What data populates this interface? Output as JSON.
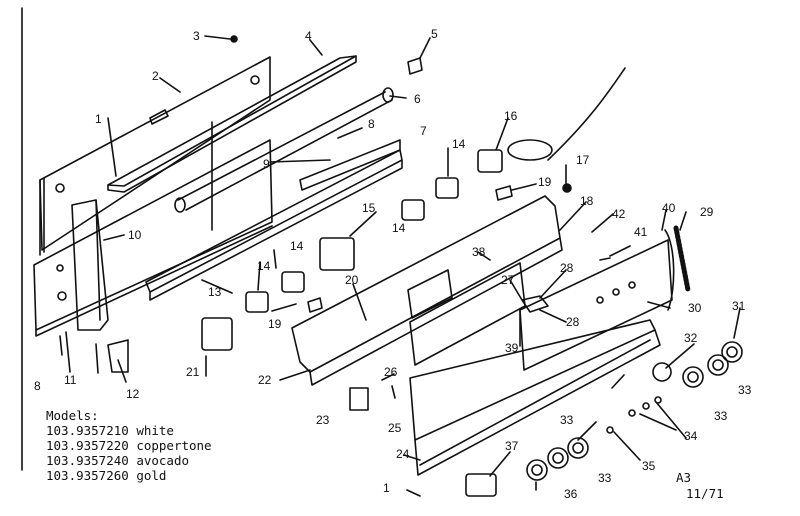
{
  "diagram": {
    "callouts": [
      "1",
      "2",
      "3",
      "4",
      "5",
      "6",
      "7",
      "8",
      "9",
      "10",
      "11",
      "12",
      "13",
      "14",
      "15",
      "16",
      "17",
      "18",
      "19",
      "20",
      "21",
      "22",
      "23",
      "24",
      "25",
      "26",
      "27",
      "28",
      "29",
      "30",
      "31",
      "32",
      "33",
      "34",
      "35",
      "36",
      "37",
      "38",
      "39",
      "40",
      "41",
      "42"
    ]
  },
  "models": {
    "heading": "Models:",
    "rows": [
      {
        "number": "103.9357210",
        "color": "white"
      },
      {
        "number": "103.9357220",
        "color": "coppertone"
      },
      {
        "number": "103.9357240",
        "color": "avocado"
      },
      {
        "number": "103.9357260",
        "color": "gold"
      }
    ]
  },
  "footer": {
    "code": "A3",
    "date": "11/71"
  }
}
